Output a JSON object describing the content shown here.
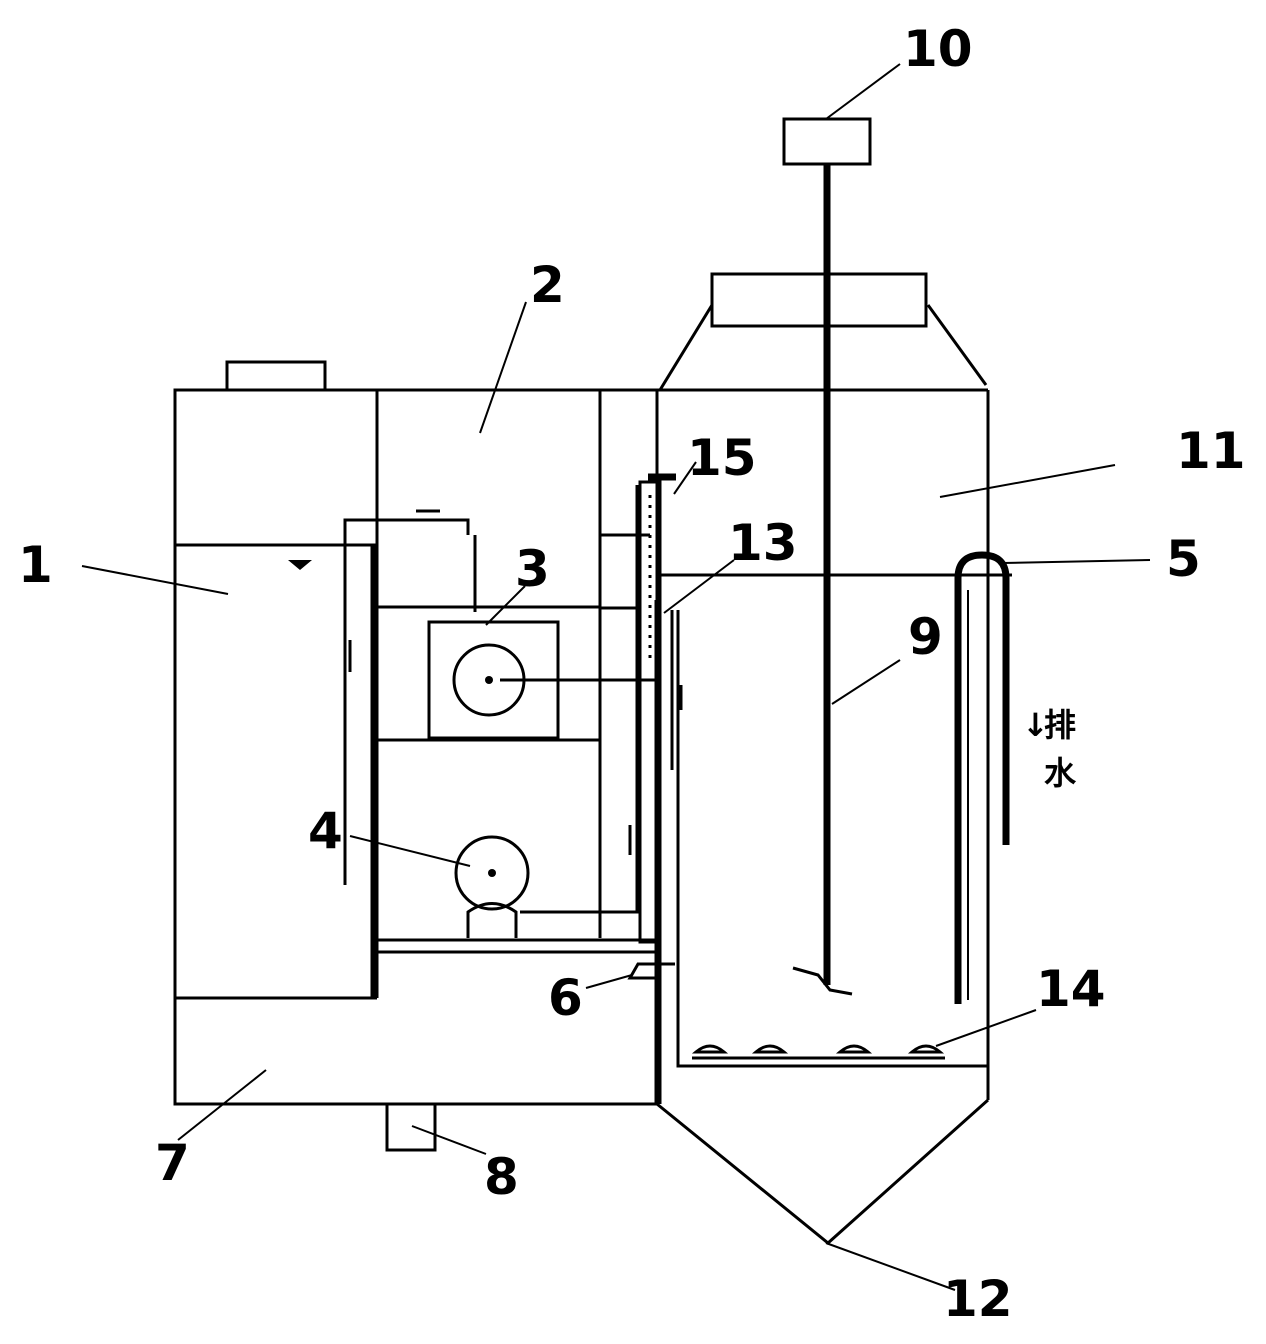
{
  "labels": {
    "l1": "1",
    "l2": "2",
    "l3": "3",
    "l4": "4",
    "l5": "5",
    "l6": "6",
    "l7": "7",
    "l8": "8",
    "l9": "9",
    "l10": "10",
    "l11": "11",
    "l12": "12",
    "l13": "13",
    "l14": "14",
    "l15": "15"
  },
  "drain_text": {
    "arrow": "↓",
    "char1": "排",
    "char2": "水"
  }
}
